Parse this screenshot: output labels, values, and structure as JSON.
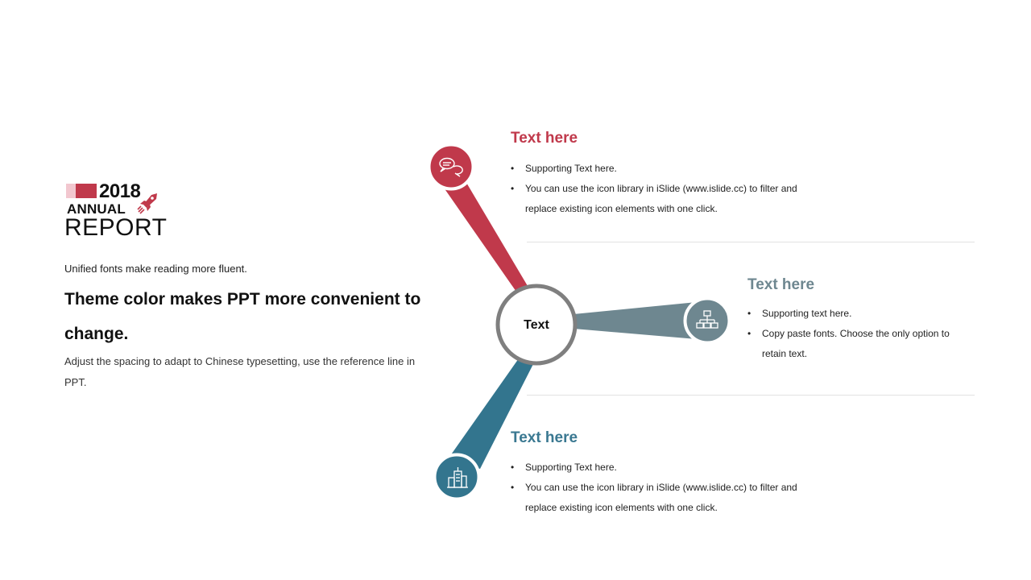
{
  "logo": {
    "year": "2018",
    "annual": "ANNUAL",
    "report": "REPORT",
    "icon": "rocket-icon"
  },
  "intro": "Unified fonts make reading more fluent.",
  "headline": "Theme color makes PPT more convenient to change.",
  "body": "Adjust the spacing to adapt to Chinese typesetting, use the reference line in PPT.",
  "center_label": "Text",
  "sections": [
    {
      "title": "Text here",
      "color": "#c0394b",
      "icon": "speech-bubbles-icon",
      "bullets": [
        "Supporting Text here.",
        "You can use the icon library in iSlide  (www.islide.cc) to filter and replace existing icon elements with one click."
      ]
    },
    {
      "title": "Text here",
      "color": "#6e8790",
      "icon": "org-chart-icon",
      "bullets": [
        "Supporting text here.",
        "Copy paste fonts. Choose the only option to retain text."
      ]
    },
    {
      "title": "Text here",
      "color": "#3a7891",
      "icon": "city-buildings-icon",
      "bullets": [
        "Supporting Text here.",
        "You can use the icon library in iSlide  (www.islide.cc) to filter and replace existing icon elements with one click."
      ]
    }
  ],
  "colors": {
    "accent_red": "#c0394b",
    "accent_gray": "#6e8790",
    "accent_teal": "#3a7891",
    "ring": "#7f7f7f",
    "logo_pink": "#f2c7cf"
  }
}
